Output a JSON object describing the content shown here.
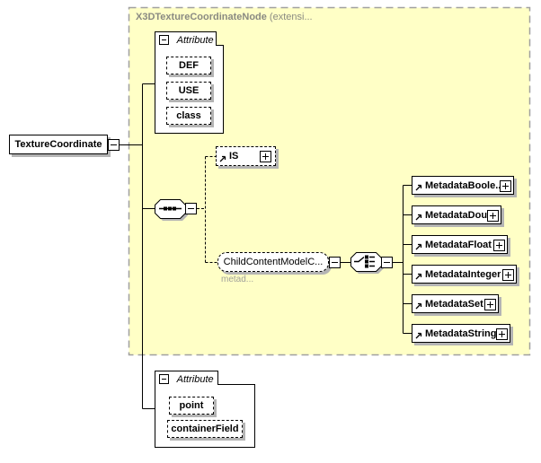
{
  "container": {
    "title_bold": "X3DTextureCoordinateNode",
    "title_suffix": " (extensi..."
  },
  "root_element": {
    "label": "TextureCoordinate"
  },
  "attributes_top": {
    "label": "Attribute",
    "items": [
      {
        "label": "DEF"
      },
      {
        "label": "USE"
      },
      {
        "label": "class"
      }
    ]
  },
  "is_element": {
    "label": "IS"
  },
  "child_content": {
    "label": "ChildContentModelC...",
    "annotation": "metad..."
  },
  "metadata_elements": [
    {
      "label": "MetadataBoole..."
    },
    {
      "label": "MetadataDou..."
    },
    {
      "label": "MetadataFloat"
    },
    {
      "label": "MetadataInteger"
    },
    {
      "label": "MetadataSet"
    },
    {
      "label": "MetadataString"
    }
  ],
  "attributes_bottom": {
    "label": "Attribute",
    "items": [
      {
        "label": "point"
      },
      {
        "label": "containerField"
      }
    ]
  },
  "icons": {
    "collapse": "minus-box",
    "expand": "plus-box",
    "sequence": "sequence-octagon",
    "choice": "choice-octagon",
    "reference": "ne-arrow"
  },
  "colors": {
    "bg-yellow": "#ffffc6",
    "container-border": "#a0a0a0",
    "shadow": "#b4b4b4",
    "muted": "#a0a09a",
    "header-text": "#8a8a82"
  }
}
